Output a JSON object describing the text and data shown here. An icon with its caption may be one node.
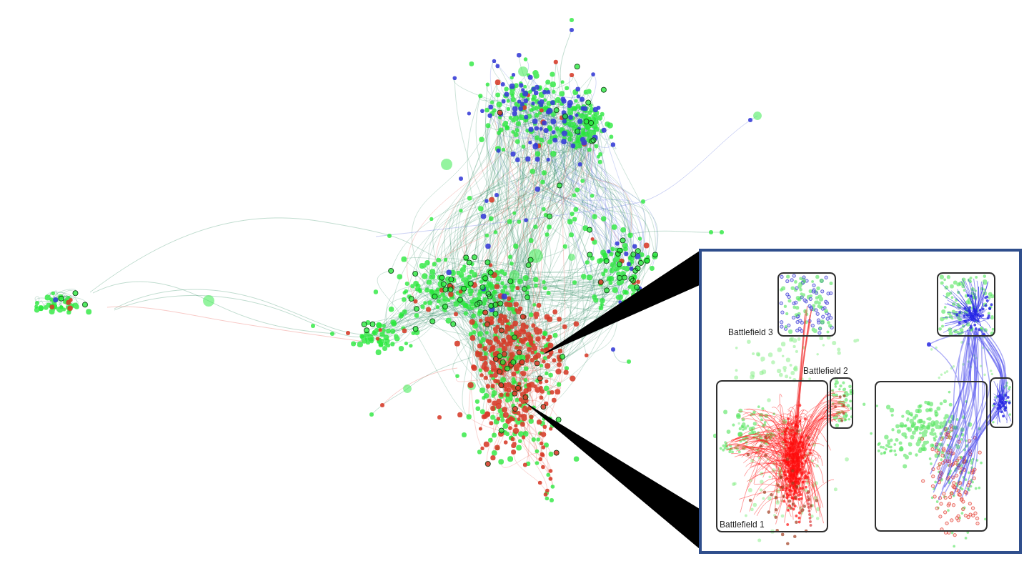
{
  "diagram": {
    "nodes": [
      {
        "text": [],
        "shape": "box"
      },
      {
        "text": [
          "Battlefield 3"
        ],
        "in": 0
      },
      {
        "text": [
          "Battlefield 2"
        ],
        "in": 0
      },
      {
        "text": [
          "Battlefield 1"
        ],
        "in": 0
      },
      {
        "text": [],
        "shape": "box",
        "in": 0
      },
      {
        "text": [],
        "shape": "box",
        "in": 0
      },
      {
        "text": [],
        "shape": "box",
        "in": 0
      }
    ]
  }
}
